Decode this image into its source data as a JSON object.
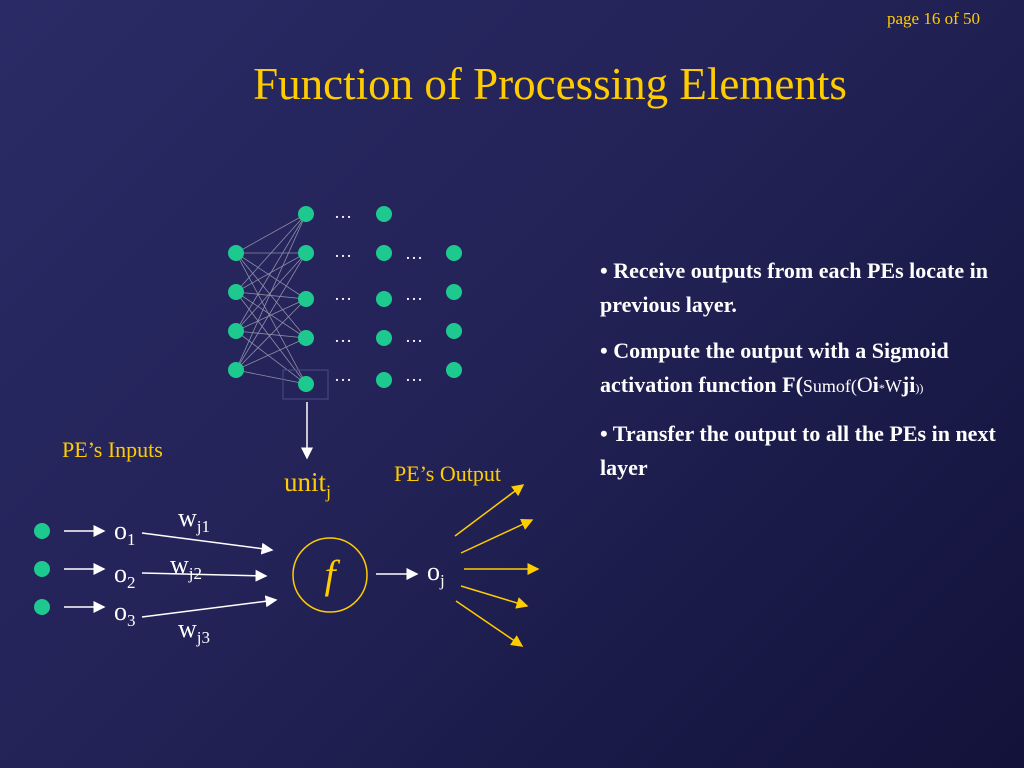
{
  "page_number": "page 16 of 50",
  "title": "Function of Processing Elements",
  "network": {
    "ellipsis": "…"
  },
  "labels": {
    "inputs": "PE’s Inputs",
    "output": "PE’s Output",
    "unit": "unit",
    "unit_sub": "j",
    "o1": "o",
    "o1_sub": "1",
    "o2": "o",
    "o2_sub": "2",
    "o3": "o",
    "o3_sub": "3",
    "w1": "w",
    "w1_sub": "j1",
    "w2": "w",
    "w2_sub": "j2",
    "w3": "w",
    "w3_sub": "j3",
    "f": "f",
    "oj": "o",
    "oj_sub": "j"
  },
  "bullets": {
    "b1": "•  Receive outputs from each PEs locate in previous layer.",
    "b2_text": "• Compute the output with a Sigmoid activation function",
    "b2_F": "F(",
    "b2_sum": "Sumof(",
    "b2_O": "O",
    "b2_i": "i",
    "b2_star": "*",
    "b2_W": "W",
    "b2_ji": "ji",
    "b2_close": "))",
    "b3": "• Transfer the output to all the PEs in next layer"
  },
  "colors": {
    "node": "#1ec98f",
    "accent": "#ffcc00",
    "text": "#ffffff",
    "link": "#8e8ea6"
  }
}
